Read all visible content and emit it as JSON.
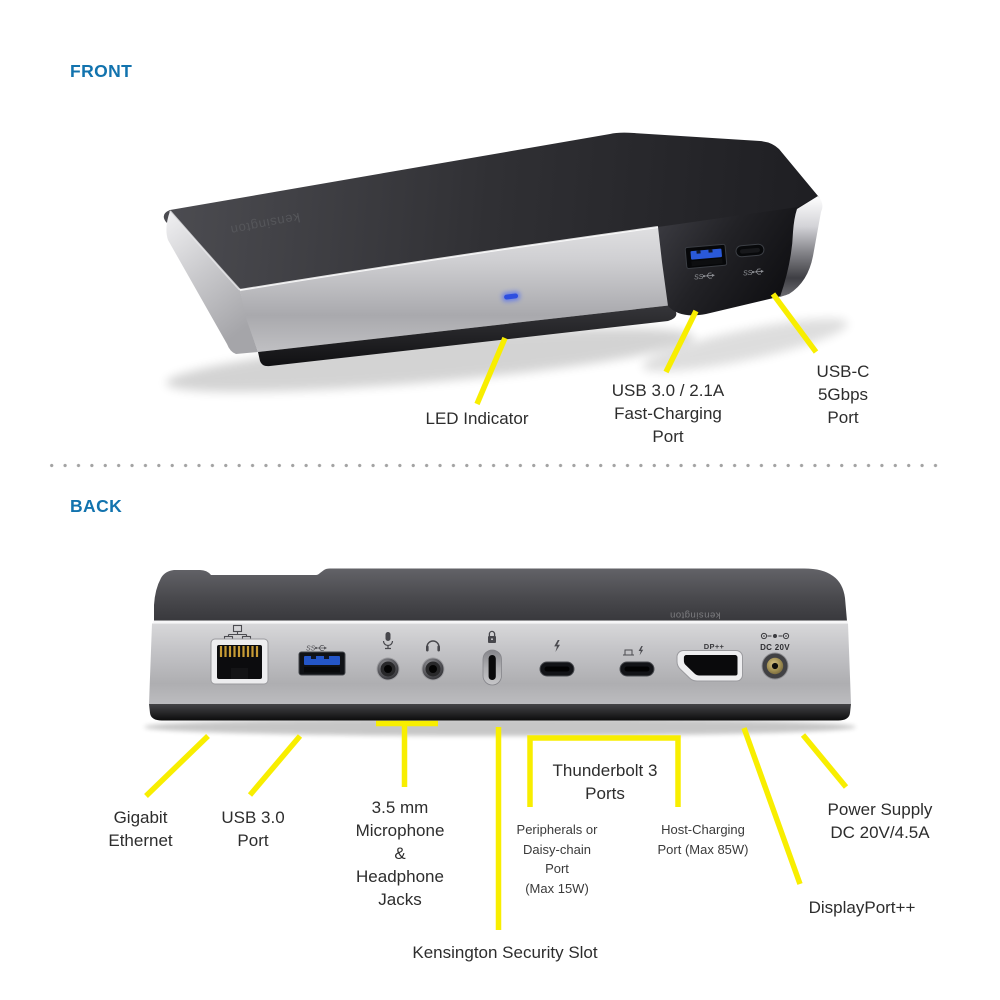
{
  "colors": {
    "heading_blue": "#1273ae",
    "callout_yellow": "#f8ee00",
    "label_text": "#2d2d2d",
    "led_blue": "#2e4fe0",
    "usb_tongue_blue": "#2456c8"
  },
  "front": {
    "heading": "FRONT",
    "logo": "kensington",
    "ss_glyph": "SS",
    "labels": {
      "led": "LED Indicator",
      "usb3": [
        "USB 3.0 / 2.1A",
        "Fast-Charging",
        "Port"
      ],
      "usbc": [
        "USB-C",
        "5Gbps",
        "Port"
      ]
    }
  },
  "back": {
    "heading": "BACK",
    "logo": "kensington",
    "ss_glyph": "SS",
    "dp_port_label": "DP++",
    "dc_port_label": "DC 20V",
    "labels": {
      "ethernet": [
        "Gigabit",
        "Ethernet"
      ],
      "usb3": [
        "USB 3.0",
        "Port"
      ],
      "audio": [
        "3.5 mm",
        "Microphone",
        "&",
        "Headphone",
        "Jacks"
      ],
      "kslot": "Kensington Security Slot",
      "tb_title": [
        "Thunderbolt 3",
        "Ports"
      ],
      "tb_peripheral": [
        "Peripherals or",
        "Daisy-chain",
        "Port",
        "(Max 15W)"
      ],
      "tb_host": [
        "Host-Charging",
        "Port (Max 85W)"
      ],
      "power": [
        "Power Supply",
        "DC 20V/4.5A"
      ],
      "displayport": "DisplayPort++"
    }
  }
}
